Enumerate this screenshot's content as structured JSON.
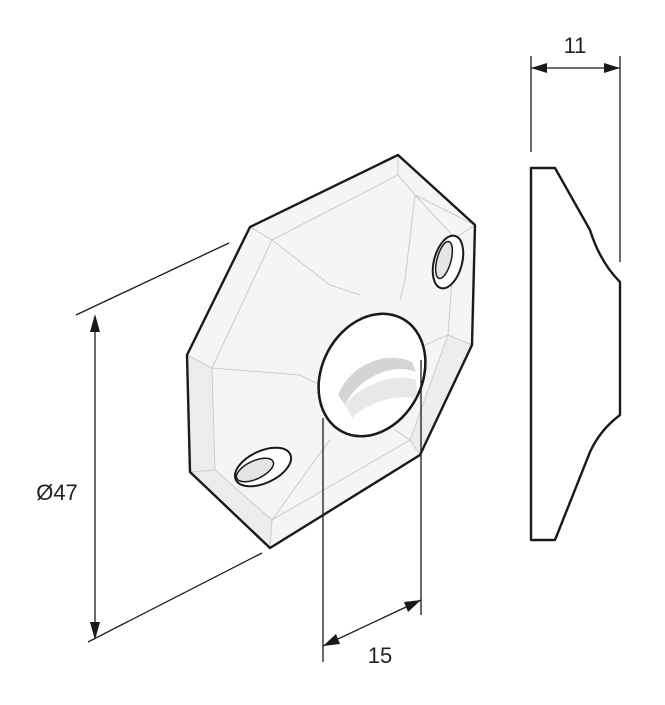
{
  "drawing": {
    "part": "octagonal-mounting-plate",
    "colors": {
      "body": "#f4f4f4",
      "shade": "#e6e6e6",
      "line": "#1a1a1a",
      "facet": "#cfcfcf"
    }
  },
  "dimensions": {
    "diameter_label": "Ø47",
    "hole_label": "15",
    "thickness_label": "11"
  }
}
